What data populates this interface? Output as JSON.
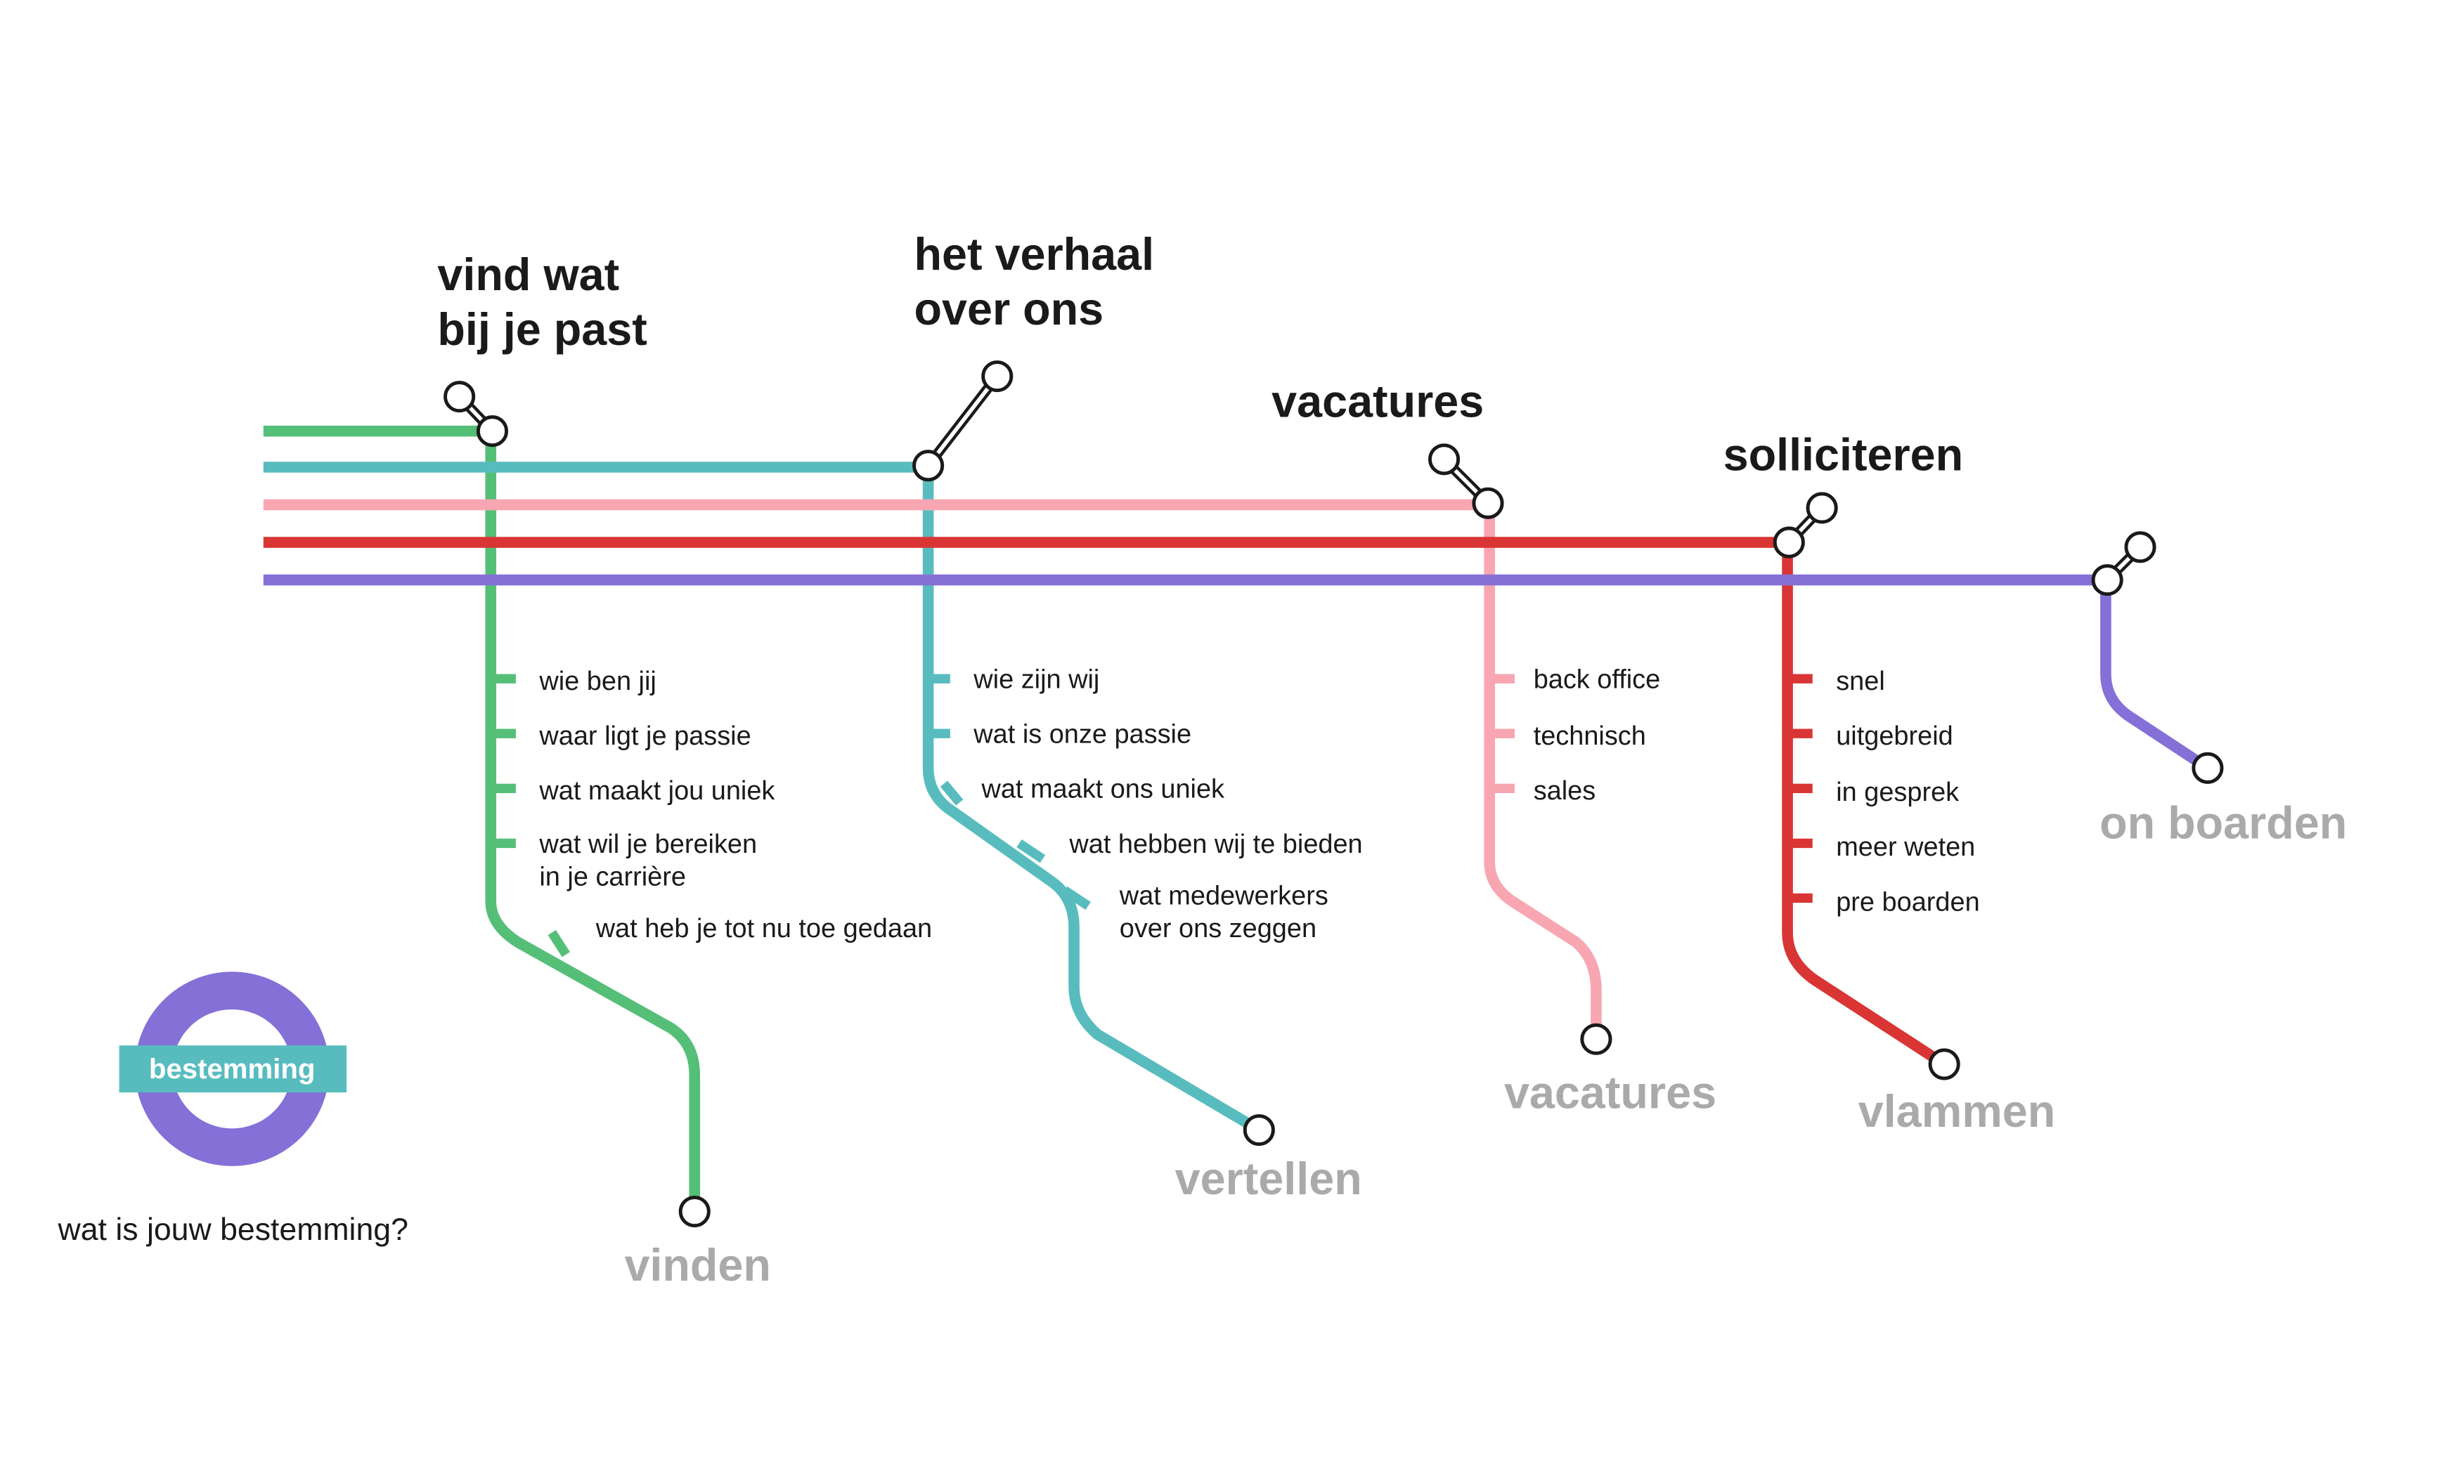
{
  "colors": {
    "green": "#55bf78",
    "teal": "#58bcbf",
    "pink": "#f8a6b2",
    "red": "#d93535",
    "purple": "#8570d8",
    "dest_gray": "#aaaaaa",
    "text": "#1a1a1a",
    "badge_bg": "#58bcbf"
  },
  "lines": [
    {
      "id": "green",
      "heading": [
        "vind wat",
        "bij je past"
      ],
      "stops": [
        "wie ben jij",
        "waar ligt je passie",
        "wat maakt jou uniek",
        "wat wil je bereiken\nin je carrière",
        "wat heb je tot nu toe gedaan"
      ],
      "destination": "vinden",
      "station_icon": "interchange-icon"
    },
    {
      "id": "teal",
      "heading": [
        "het verhaal",
        "over ons"
      ],
      "stops": [
        "wie zijn wij",
        "wat is onze passie",
        "wat maakt ons uniek",
        "wat hebben wij te bieden",
        "wat medewerkers\nover ons zeggen"
      ],
      "destination": "vertellen",
      "station_icon": "interchange-icon"
    },
    {
      "id": "pink",
      "heading": [
        "vacatures"
      ],
      "stops": [
        "back office",
        "technisch",
        "sales"
      ],
      "destination": "vacatures",
      "station_icon": "interchange-icon"
    },
    {
      "id": "red",
      "heading": [
        "solliciteren"
      ],
      "stops": [
        "snel",
        "uitgebreid",
        "in gesprek",
        "meer weten",
        "pre boarden"
      ],
      "destination": "vlammen",
      "station_icon": "interchange-icon"
    },
    {
      "id": "purple",
      "heading": [],
      "stops": [],
      "destination": "on boarden",
      "station_icon": "interchange-icon"
    }
  ],
  "legend": {
    "badge_label": "bestemming",
    "roundel_icon": "roundel-icon",
    "question": "wat is jouw bestemming?"
  }
}
